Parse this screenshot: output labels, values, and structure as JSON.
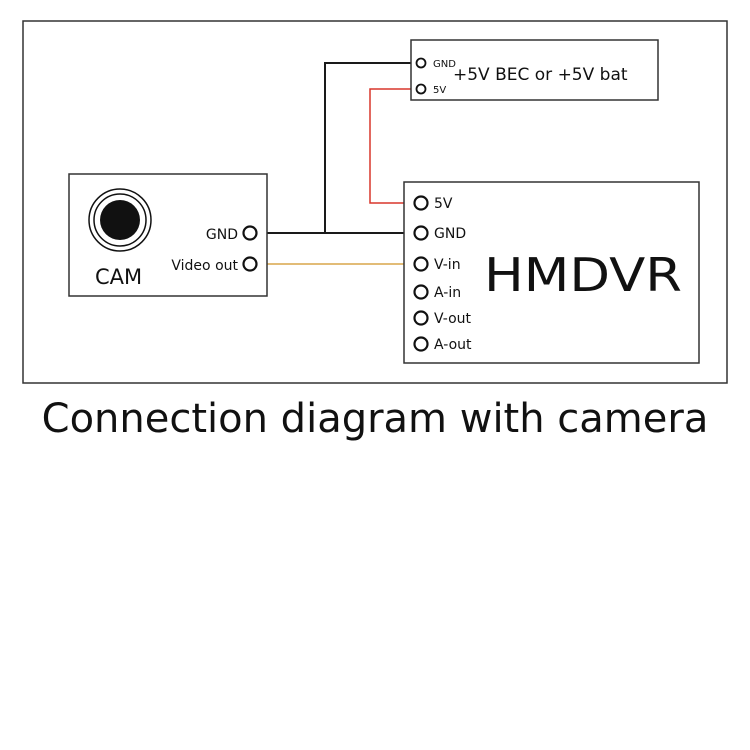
{
  "power": {
    "gnd_label": "GND",
    "v5_label": "5V",
    "title": "+5V BEC or +5V bat"
  },
  "camera": {
    "label": "CAM",
    "gnd_label": "GND",
    "video_out_label": "Video out"
  },
  "dvr": {
    "title": "HMDVR",
    "pins": [
      "5V",
      "GND",
      "V-in",
      "A-in",
      "V-out",
      "A-out"
    ]
  },
  "wires": {
    "ground_color": "#1a1a1a",
    "power_color": "#d9362b",
    "video_color": "#d9a54a"
  },
  "caption": "Connection diagram with camera"
}
